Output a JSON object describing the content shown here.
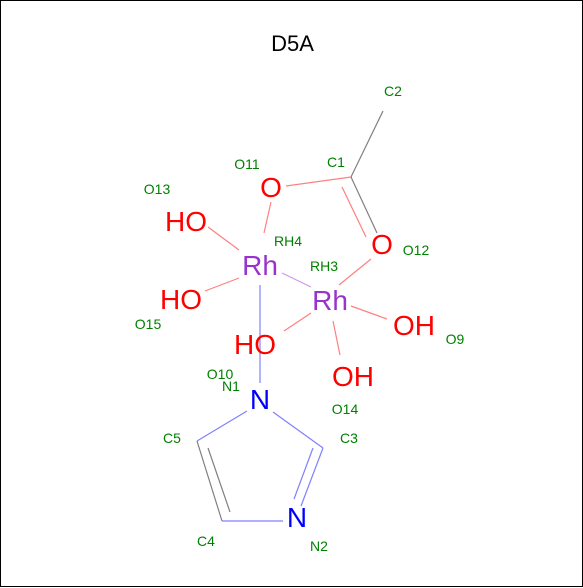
{
  "title": "D5A",
  "colors": {
    "O": "#ff0000",
    "N": "#0000ff",
    "Rh": "#9933cc",
    "label": "#008000",
    "bond_c": "#808080",
    "bond_o": "#ff8080",
    "bond_n": "#8080ff",
    "bond_rh": "#cc99e6"
  },
  "atoms": [
    {
      "id": "C2",
      "symbol": "",
      "atom_label": "C2",
      "element": "C"
    },
    {
      "id": "C1",
      "symbol": "",
      "atom_label": "C1",
      "element": "C"
    },
    {
      "id": "O11",
      "symbol": "O",
      "atom_label": "O11",
      "element": "O"
    },
    {
      "id": "O12",
      "symbol": "O",
      "atom_label": "O12",
      "element": "O"
    },
    {
      "id": "O13",
      "symbol": "HO",
      "atom_label": "O13",
      "element": "O"
    },
    {
      "id": "RH4",
      "symbol": "Rh",
      "atom_label": "RH4",
      "element": "Rh"
    },
    {
      "id": "RH3",
      "symbol": "Rh",
      "atom_label": "RH3",
      "element": "Rh"
    },
    {
      "id": "O15",
      "symbol": "HO",
      "atom_label": "O15",
      "element": "O"
    },
    {
      "id": "O9",
      "symbol": "OH",
      "atom_label": "O9",
      "element": "O"
    },
    {
      "id": "O10",
      "symbol": "HO",
      "atom_label": "O10",
      "element": "O"
    },
    {
      "id": "O14",
      "symbol": "OH",
      "atom_label": "O14",
      "element": "O"
    },
    {
      "id": "N1",
      "symbol": "N",
      "atom_label": "N1",
      "element": "N"
    },
    {
      "id": "C5",
      "symbol": "",
      "atom_label": "C5",
      "element": "C"
    },
    {
      "id": "C3",
      "symbol": "",
      "atom_label": "C3",
      "element": "C"
    },
    {
      "id": "C4",
      "symbol": "",
      "atom_label": "C4",
      "element": "C"
    },
    {
      "id": "N2",
      "symbol": "N",
      "atom_label": "N2",
      "element": "N"
    }
  ]
}
